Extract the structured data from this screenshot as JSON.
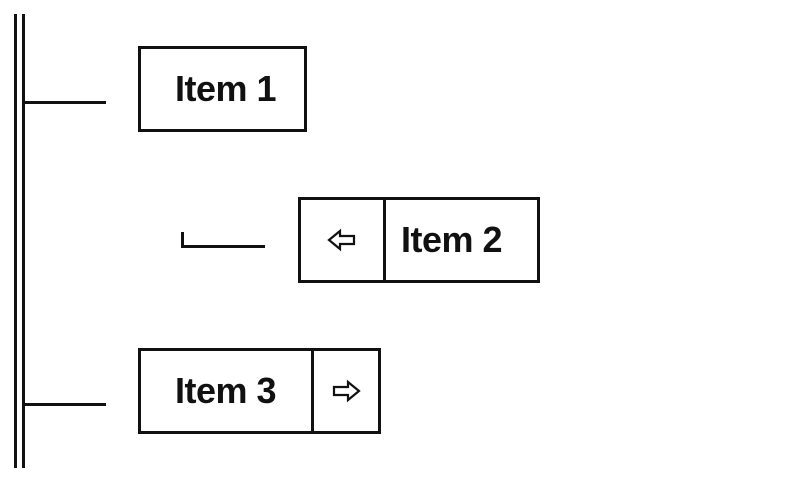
{
  "items": [
    {
      "label": "Item 1"
    },
    {
      "label": "Item 2",
      "arrow_icon": "left-arrow-icon"
    },
    {
      "label": "Item 3",
      "arrow_icon": "right-arrow-icon"
    }
  ]
}
